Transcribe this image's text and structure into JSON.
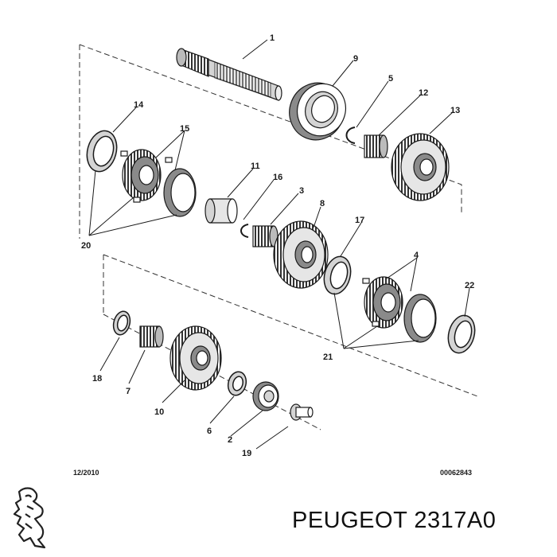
{
  "diagram": {
    "callouts": [
      {
        "id": "c1",
        "label": "1"
      },
      {
        "id": "c9",
        "label": "9"
      },
      {
        "id": "c5",
        "label": "5"
      },
      {
        "id": "c12",
        "label": "12"
      },
      {
        "id": "c13",
        "label": "13"
      },
      {
        "id": "c14",
        "label": "14"
      },
      {
        "id": "c15",
        "label": "15"
      },
      {
        "id": "c11",
        "label": "11"
      },
      {
        "id": "c16",
        "label": "16"
      },
      {
        "id": "c3",
        "label": "3"
      },
      {
        "id": "c8",
        "label": "8"
      },
      {
        "id": "c17",
        "label": "17"
      },
      {
        "id": "c4",
        "label": "4"
      },
      {
        "id": "c22",
        "label": "22"
      },
      {
        "id": "c20",
        "label": "20"
      },
      {
        "id": "c21",
        "label": "21"
      },
      {
        "id": "c18",
        "label": "18"
      },
      {
        "id": "c7",
        "label": "7"
      },
      {
        "id": "c10",
        "label": "10"
      },
      {
        "id": "c6",
        "label": "6"
      },
      {
        "id": "c2",
        "label": "2"
      },
      {
        "id": "c19",
        "label": "19"
      }
    ],
    "date_code": "12/2010",
    "reference_code": "00062843"
  },
  "footer": {
    "brand_part": "PEUGEOT 2317A0"
  },
  "colors": {
    "ink": "#1a1a1a",
    "shade": "#8a8a8a",
    "light": "#d4d4d4",
    "background": "#ffffff"
  }
}
